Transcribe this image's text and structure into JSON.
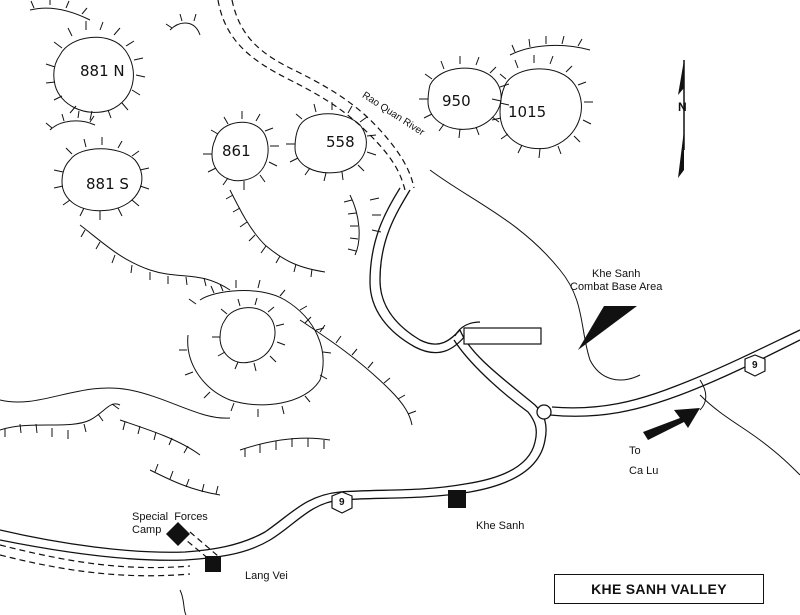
{
  "map": {
    "title": "KHE SANH VALLEY",
    "north_label": "N",
    "river_label": "Rao Quan River",
    "route_number": "9",
    "hills": [
      {
        "id": "881n",
        "label": "881 N"
      },
      {
        "id": "881s",
        "label": "881 S"
      },
      {
        "id": "861",
        "label": "861"
      },
      {
        "id": "558",
        "label": "558"
      },
      {
        "id": "950",
        "label": "950"
      },
      {
        "id": "1015",
        "label": "1015"
      }
    ],
    "places": {
      "combat_base": "Khe Sanh\nCombat Base Area",
      "khe_sanh": "Khe Sanh",
      "lang_vei": "Lang Vei",
      "special_forces": "Special  Forces\nCamp",
      "to_ca_lu": "To\nCa Lu"
    },
    "colors": {
      "ink": "#111111",
      "paper": "#ffffff"
    },
    "icons": [
      "north-arrow-icon",
      "direction-arrow-icon",
      "route-shield-icon",
      "town-square-icon",
      "camp-diamond-icon"
    ]
  }
}
